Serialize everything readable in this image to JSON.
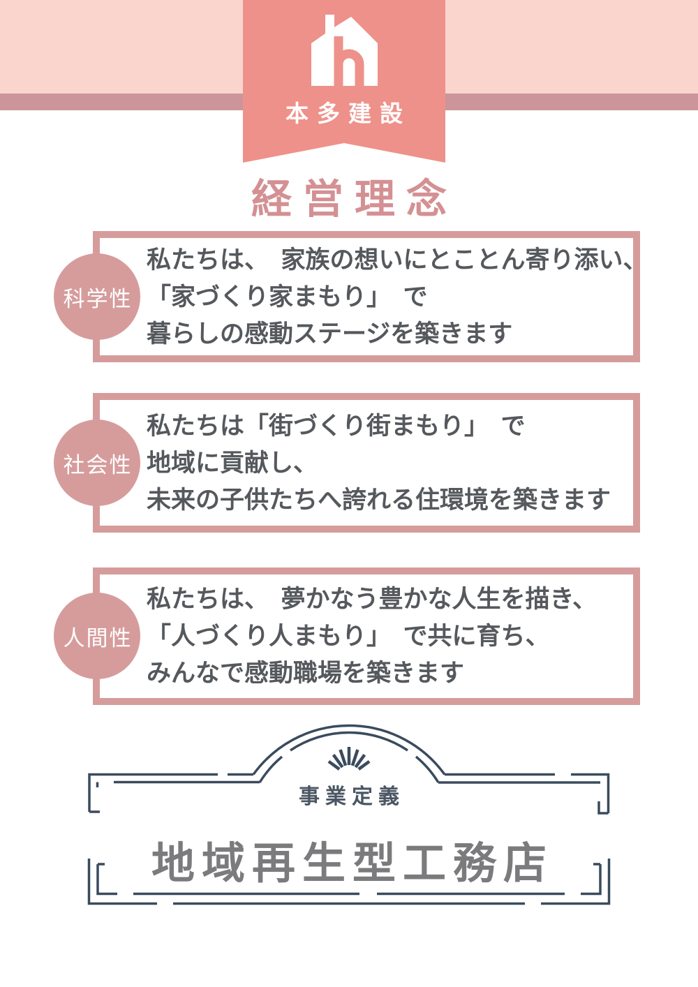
{
  "header": {
    "brand": "本多建設",
    "title": "経営理念"
  },
  "principles": [
    {
      "label": "科学性",
      "lines": [
        "私たちは、　家族の想いにとことん寄り添い、",
        "「家づくり家まもり」　で",
        "暮らしの感動ステージを築きます"
      ]
    },
    {
      "label": "社会性",
      "lines": [
        "私たちは「街づくり街まもり」　で",
        "地域に貢献し、",
        "未来の子供たちへ誇れる住環境を築きます"
      ]
    },
    {
      "label": "人間性",
      "lines": [
        "私たちは、　夢かなう豊かな人生を描き、",
        "「人づくり人まもり」　で共に育ち、",
        "みんなで感動職場を築きます"
      ]
    }
  ],
  "footer": {
    "definition_label": "事業定義",
    "definition_title": "地域再生型工務店"
  },
  "colors": {
    "band_light_pink": "#f9d5ce",
    "band_stripe_mauve": "#cc9599",
    "ribbon_salmon": "#ee918a",
    "title_rose": "#d49093",
    "card_border_rose": "#d69c9c",
    "body_text_gray": "#55585c",
    "frame_navy": "#3a4b5e",
    "definition_gray": "#7b7b7d"
  }
}
